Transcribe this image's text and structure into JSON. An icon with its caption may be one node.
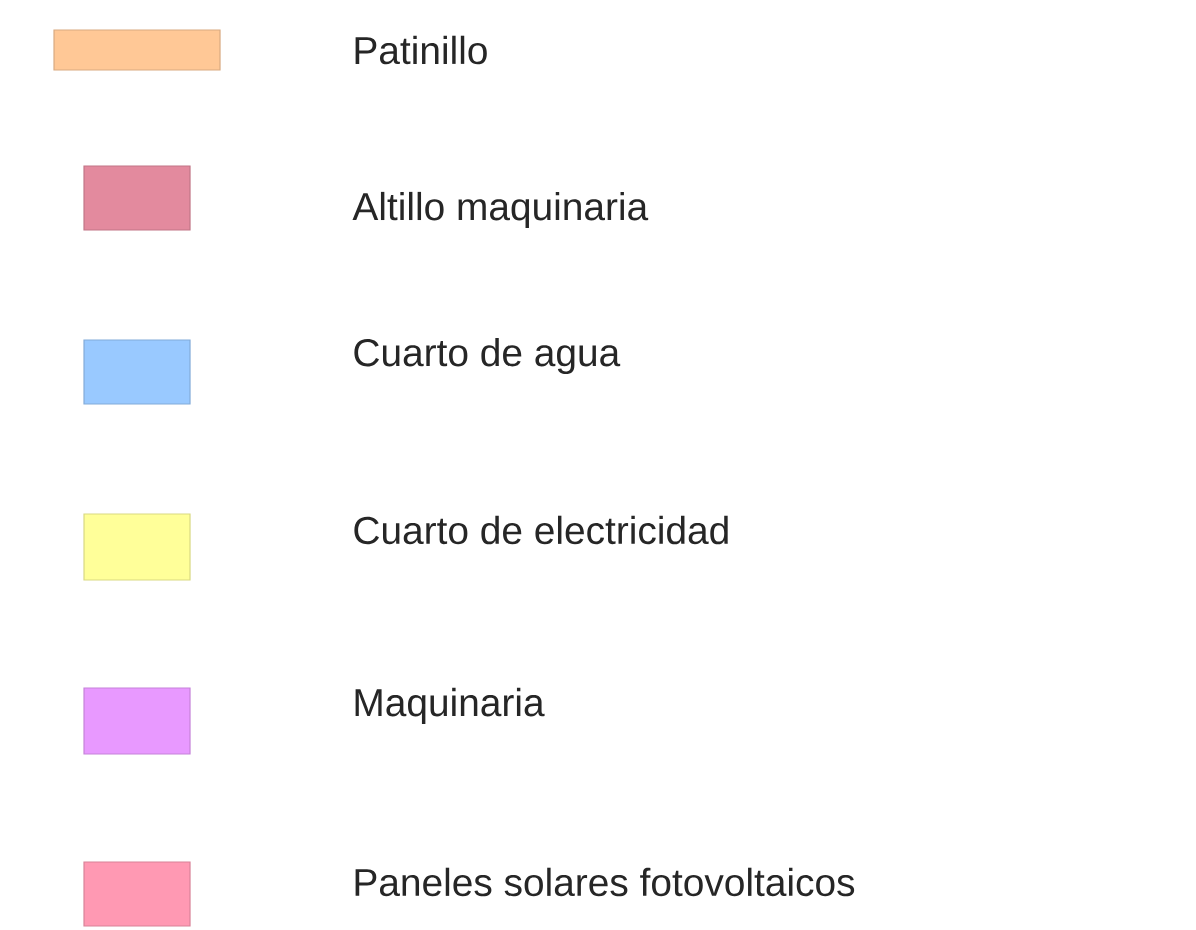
{
  "diagram": {
    "legend": [
      {
        "text": "Patinillo",
        "color": "#ffc896"
      },
      {
        "text": "Altillo maquinaria",
        "color": "#e38a9e"
      },
      {
        "text": "Cuarto de agua",
        "color": "#99c9ff"
      },
      {
        "text": "Cuarto de electricidad",
        "color": "#ffff99"
      },
      {
        "text": "Maquinaria",
        "color": "#e899ff"
      },
      {
        "text": "Paneles solares fotovoltaicos",
        "color": "#ff99b3"
      }
    ]
  }
}
